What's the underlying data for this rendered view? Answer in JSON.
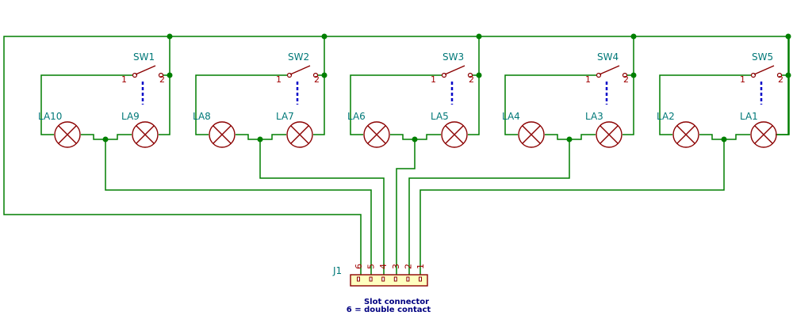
{
  "colors": {
    "wire": "#007f00",
    "symbol": "#8b0000",
    "reference": "#007878",
    "mechanical_link": "#0000c8",
    "connector_fill": "#ffffc0",
    "note_text": "#000080"
  },
  "modules": [
    {
      "switch": "SW1",
      "lamp_left": "LA10",
      "lamp_right": "LA9",
      "pin_left": "1",
      "pin_right": "2"
    },
    {
      "switch": "SW2",
      "lamp_left": "LA8",
      "lamp_right": "LA7",
      "pin_left": "1",
      "pin_right": "2"
    },
    {
      "switch": "SW3",
      "lamp_left": "LA6",
      "lamp_right": "LA5",
      "pin_left": "1",
      "pin_right": "2"
    },
    {
      "switch": "SW4",
      "lamp_left": "LA4",
      "lamp_right": "LA3",
      "pin_left": "1",
      "pin_right": "2"
    },
    {
      "switch": "SW5",
      "lamp_left": "LA2",
      "lamp_right": "LA1",
      "pin_left": "1",
      "pin_right": "2"
    }
  ],
  "connector": {
    "ref": "J1",
    "pins": [
      "6",
      "5",
      "4",
      "3",
      "2",
      "1"
    ],
    "note_line1": "Slot connector",
    "note_line2": "6 = double contact"
  }
}
